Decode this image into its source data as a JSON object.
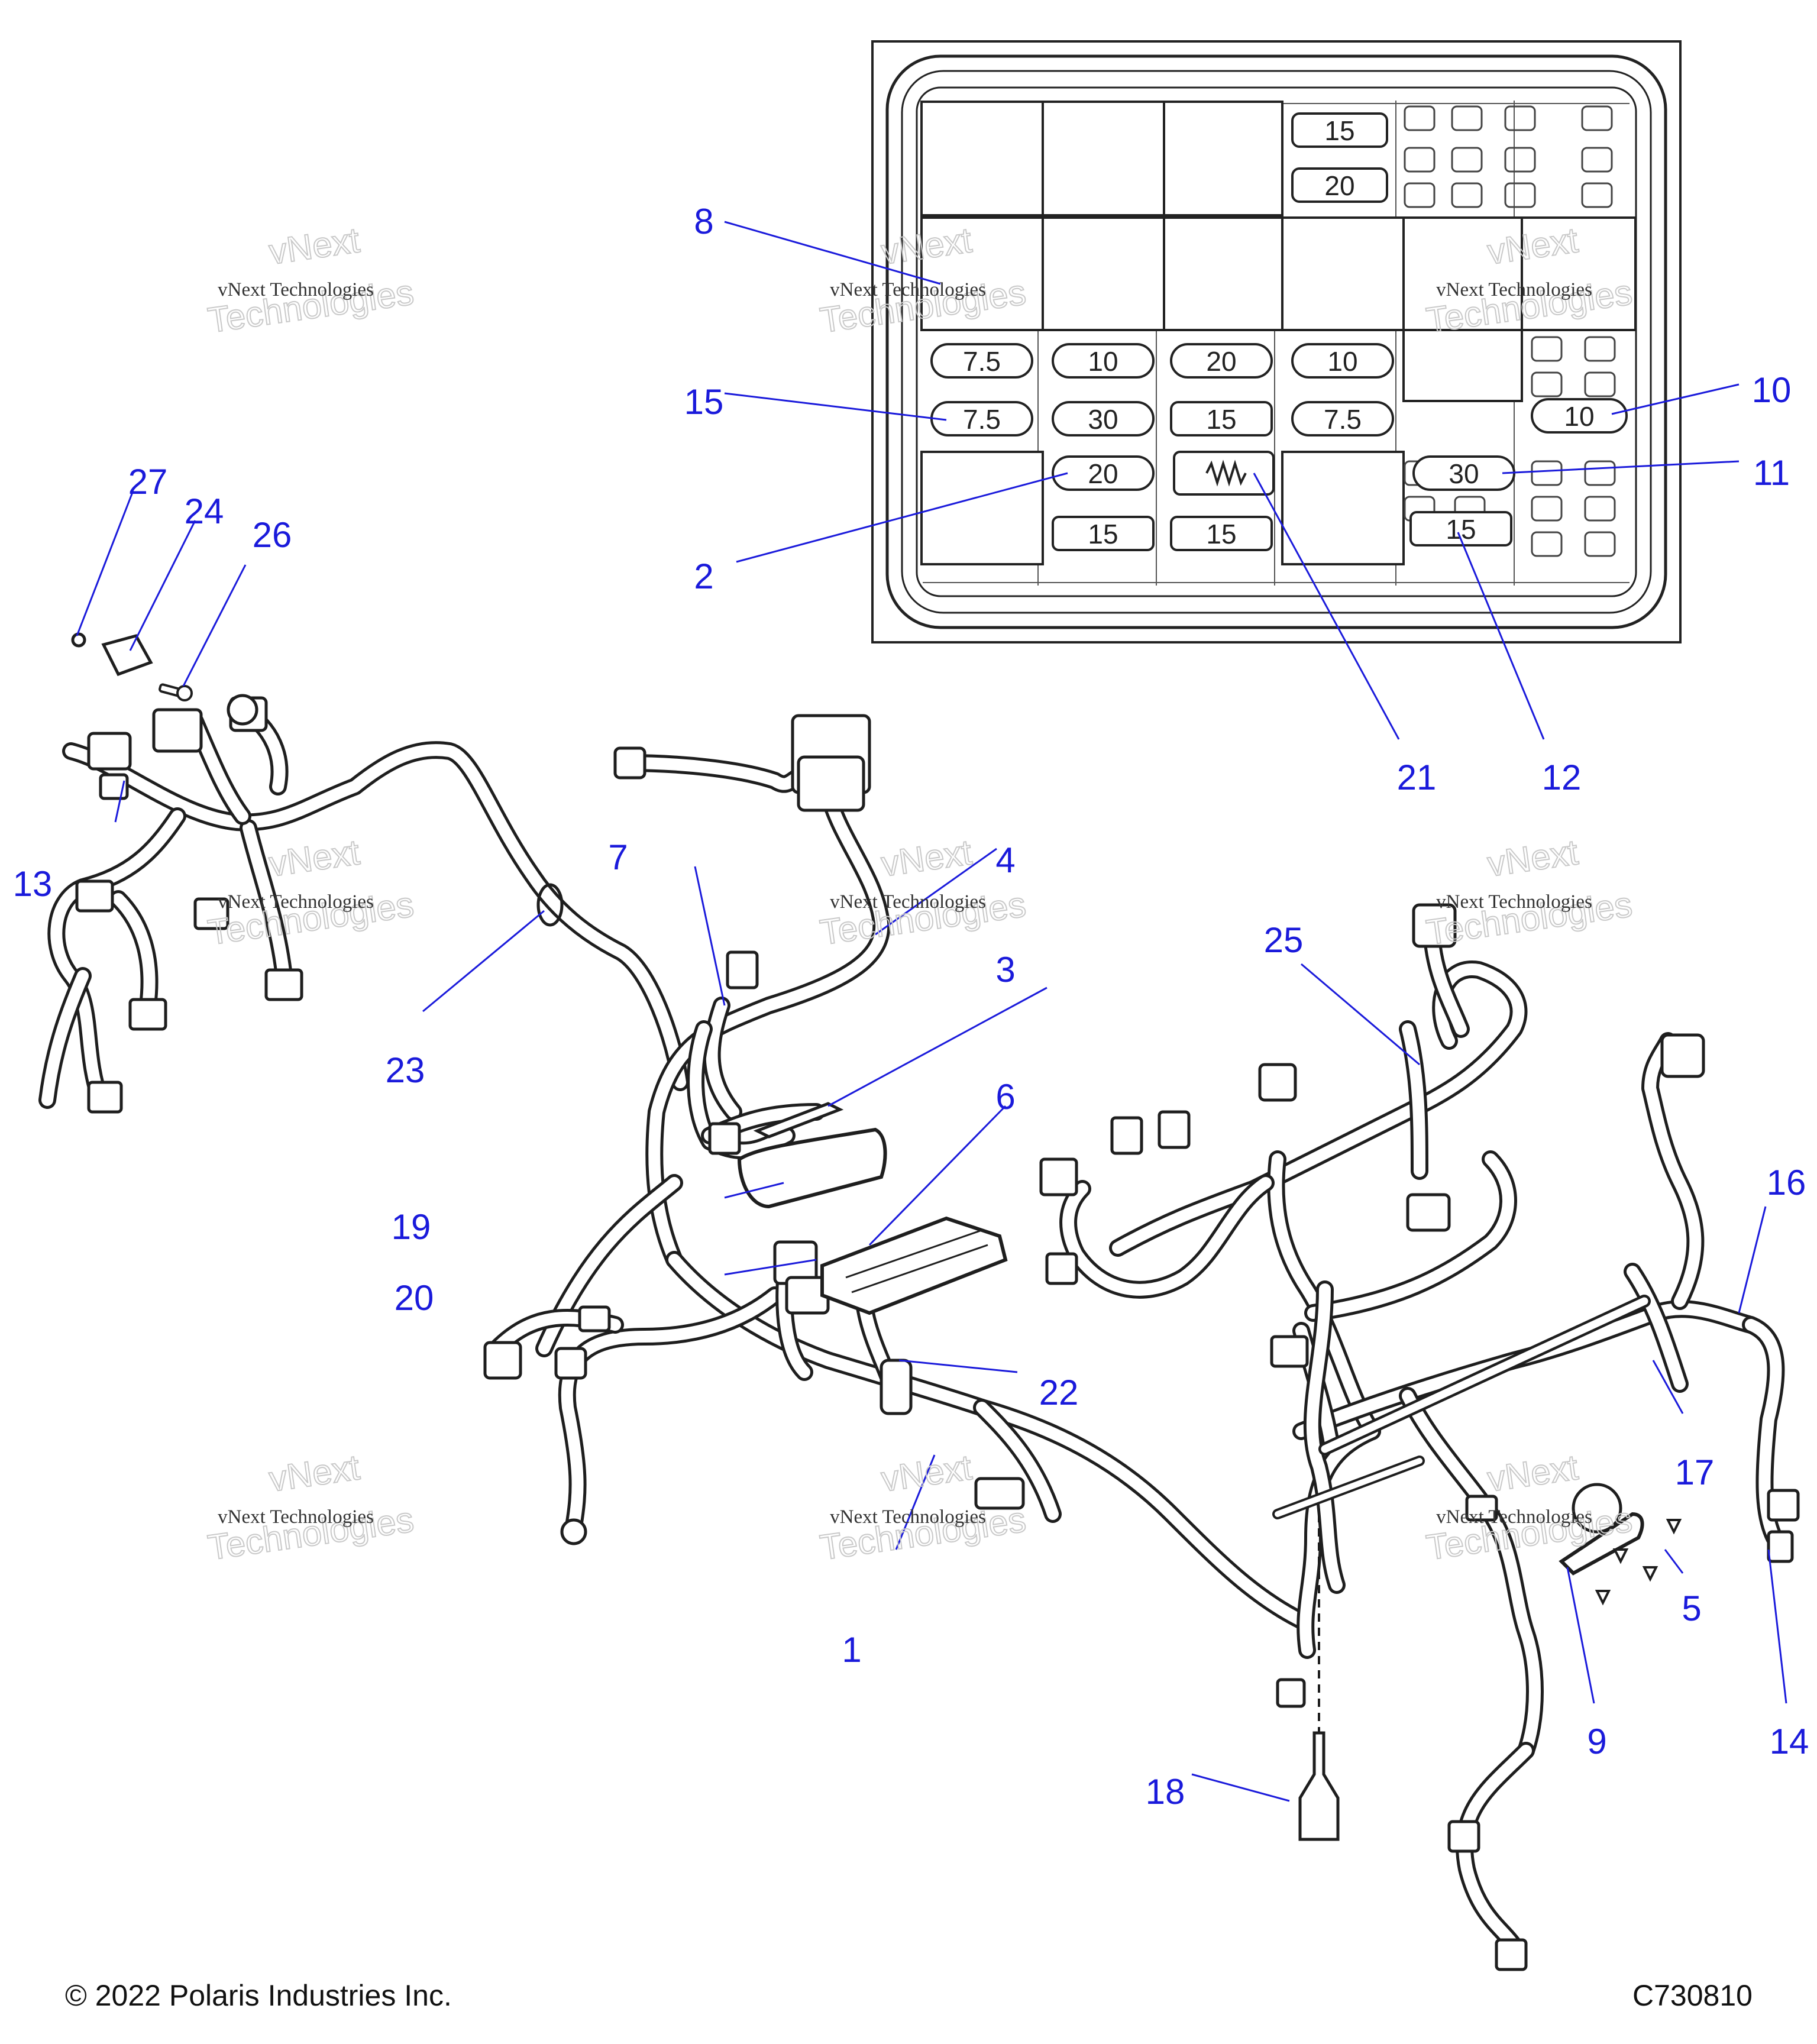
{
  "footer": {
    "copyright": "© 2022 Polaris Industries Inc.",
    "drawing_number": "C730810"
  },
  "watermark": {
    "line1": "vNext Technologies",
    "line2": "vNext",
    "line3": "Technologies"
  },
  "fuse_box": {
    "fuses": [
      {
        "value": "15"
      },
      {
        "value": "20"
      },
      {
        "value": "7.5"
      },
      {
        "value": "10"
      },
      {
        "value": "20"
      },
      {
        "value": "10"
      },
      {
        "value": "7.5"
      },
      {
        "value": "30"
      },
      {
        "value": "15"
      },
      {
        "value": "7.5"
      },
      {
        "value": "10"
      },
      {
        "value": "20"
      },
      {
        "value": "30"
      },
      {
        "value": "15"
      },
      {
        "value": "15"
      },
      {
        "value": "15"
      }
    ]
  },
  "callouts": [
    {
      "label": "1"
    },
    {
      "label": "2"
    },
    {
      "label": "3"
    },
    {
      "label": "4"
    },
    {
      "label": "5"
    },
    {
      "label": "6"
    },
    {
      "label": "7"
    },
    {
      "label": "8"
    },
    {
      "label": "9"
    },
    {
      "label": "10"
    },
    {
      "label": "11"
    },
    {
      "label": "12"
    },
    {
      "label": "13"
    },
    {
      "label": "14"
    },
    {
      "label": "15"
    },
    {
      "label": "16"
    },
    {
      "label": "17"
    },
    {
      "label": "18"
    },
    {
      "label": "19"
    },
    {
      "label": "20"
    },
    {
      "label": "21"
    },
    {
      "label": "22"
    },
    {
      "label": "23"
    },
    {
      "label": "24"
    },
    {
      "label": "25"
    },
    {
      "label": "26"
    },
    {
      "label": "27"
    }
  ]
}
